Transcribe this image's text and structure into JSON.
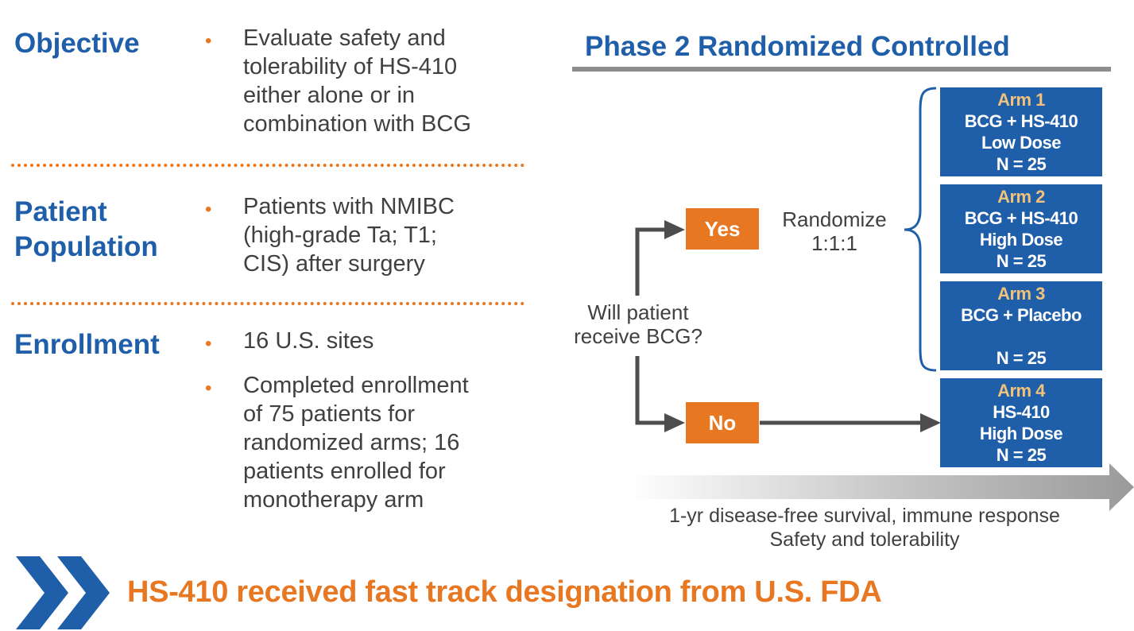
{
  "left": {
    "sections": [
      {
        "label_lines": [
          "Objective"
        ],
        "bullets": [
          "Evaluate safety and\ntolerability of HS-410\neither alone or in\ncombination with BCG"
        ]
      },
      {
        "label_lines": [
          "Patient",
          "Population"
        ],
        "bullets": [
          "Patients with NMIBC\n(high-grade Ta; T1;\nCIS) after surgery"
        ]
      },
      {
        "label_lines": [
          "Enrollment"
        ],
        "bullets": [
          "16 U.S. sites",
          "Completed enrollment\nof 75 patients for\nrandomized arms; 16\npatients enrolled for\nmonotherapy arm"
        ]
      }
    ],
    "bullet_glyph": "•"
  },
  "right": {
    "title": "Phase 2 Randomized Controlled",
    "question_line1": "Will patient",
    "question_line2": "receive BCG?",
    "yes_label": "Yes",
    "no_label": "No",
    "randomize_line1": "Randomize",
    "randomize_line2": "1:1:1",
    "arms": [
      {
        "title": "Arm 1",
        "line1": "BCG + HS-410",
        "line2": "Low Dose",
        "n": "N = 25"
      },
      {
        "title": "Arm 2",
        "line1": "BCG + HS-410",
        "line2": "High Dose",
        "n": "N = 25"
      },
      {
        "title": "Arm 3",
        "line1": "BCG + Placebo",
        "line2": "",
        "n": "N = 25"
      },
      {
        "title": "Arm 4",
        "line1": "HS-410",
        "line2": "High Dose",
        "n": "N = 25"
      }
    ],
    "endpoints_line1": "1-yr disease-free survival, immune response",
    "endpoints_line2": "Safety and tolerability"
  },
  "banner": {
    "text": "HS-410 received fast track designation from U.S. FDA"
  },
  "colors": {
    "brand_blue": "#1f5ea8",
    "accent_orange": "#e87722",
    "arm_title_gold": "#f2c27b",
    "text_gray": "#404040",
    "arrow_gray": "#4d4d4d"
  },
  "icons": {
    "banner": "double-chevron-icon"
  }
}
